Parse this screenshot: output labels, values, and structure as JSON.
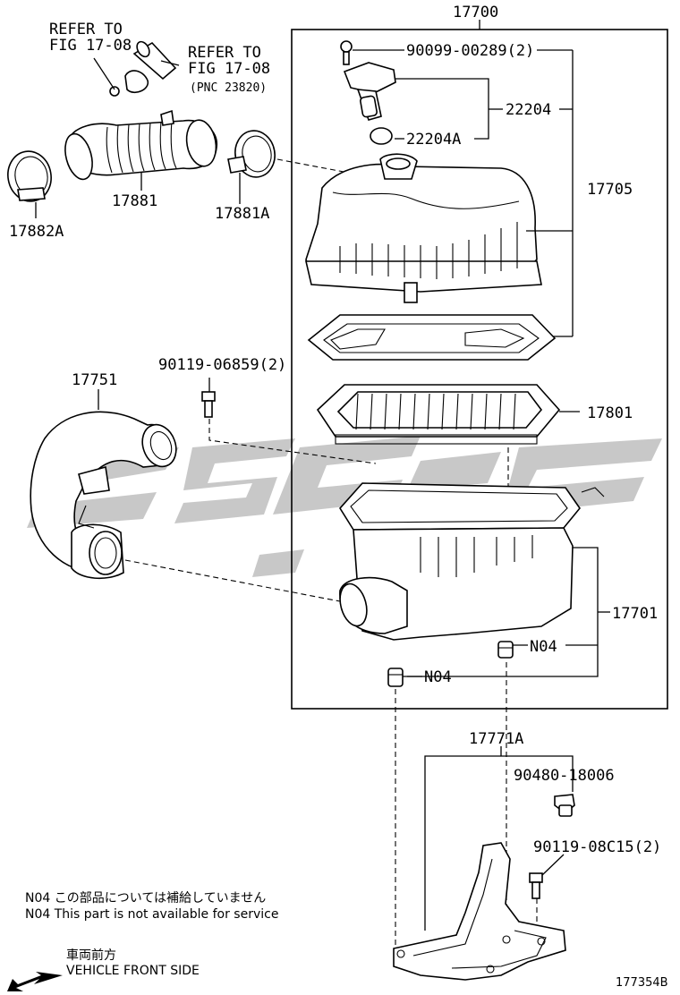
{
  "labels": {
    "refer_a_1": "REFER TO",
    "refer_a_2": "FIG 17-08",
    "refer_b_1": "REFER TO",
    "refer_b_2": "FIG 17-08",
    "refer_b_3": "(PNC 23820)",
    "p17700": "17700",
    "p90099": "90099-00289(2)",
    "p22204": "22204",
    "p22204A": "22204A",
    "p17705": "17705",
    "p17881": "17881",
    "p17882A": "17882A",
    "p17881A": "17881A",
    "p90119a": "90119-06859(2)",
    "p17751": "17751",
    "p17801": "17801",
    "p17701": "17701",
    "n04_a": "N04",
    "n04_b": "N04",
    "p17771A": "17771A",
    "p90480": "90480-18006",
    "p90119b": "90119-08C15(2)"
  },
  "notes": {
    "jp": "N04 この部品については補給していません",
    "en": "N04 This part is not available for service",
    "front_jp": "車両前方",
    "front_en": "VEHICLE FRONT SIDE",
    "code": "177354B"
  },
  "icons": {
    "front_arrow": "arrow-left-down-icon"
  },
  "colors": {
    "watermark": "#9a9a9a",
    "line": "#000000"
  }
}
